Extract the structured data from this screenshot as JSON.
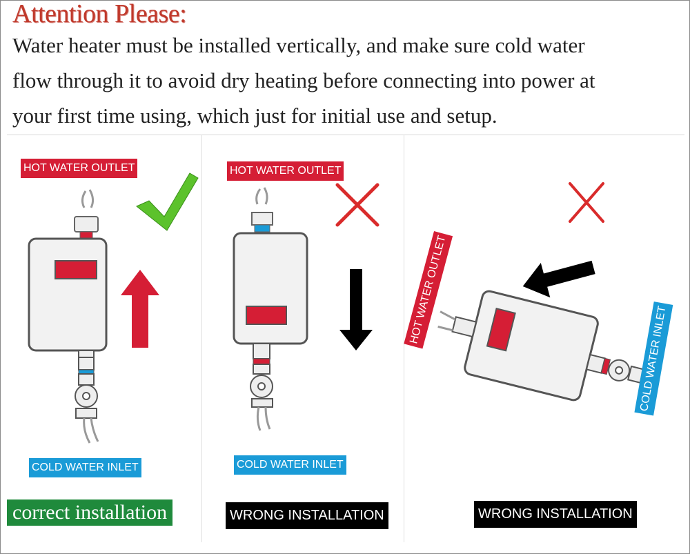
{
  "header": {
    "title": "Attention Please:",
    "lines": [
      "Water heater must be installed vertically, and make sure cold water",
      "flow through it to avoid dry heating before connecting into power at",
      "your first time using, which just for initial use and setup."
    ]
  },
  "panels": [
    {
      "hot_label": "HOT WATER OUTLET",
      "cold_label": "COLD WATER INLET",
      "result_label": "correct installation",
      "mark": "check-icon"
    },
    {
      "hot_label": "HOT WATER OUTLET",
      "cold_label": "COLD WATER INLET",
      "result_label": "WRONG INSTALLATION",
      "mark": "cross-icon"
    },
    {
      "hot_label": "HOT WATER OUTLET",
      "cold_label": "COLD WATER INLET",
      "result_label": "WRONG INSTALLATION",
      "mark": "cross-icon"
    }
  ],
  "colors": {
    "title": "#c0392b",
    "hot": "#d51e35",
    "cold": "#1a9bd7",
    "correct": "#1f8a3c",
    "wrong": "#000000",
    "check": "#5cc22c",
    "cross": "#d92b2b"
  }
}
